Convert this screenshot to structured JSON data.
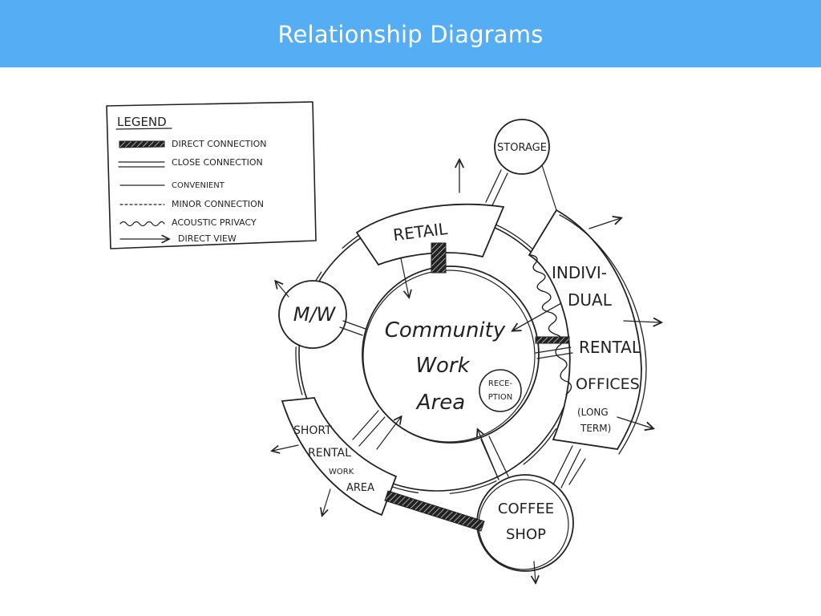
{
  "header": {
    "title": "Relationship Diagrams",
    "bg_color": "#55aef3"
  },
  "legend": {
    "title": "LEGEND",
    "items": [
      {
        "label": "DIRECT CONNECTION",
        "style": "thick-hatched"
      },
      {
        "label": "CLOSE CONNECTION",
        "style": "double-line"
      },
      {
        "label": "CONVENIENT",
        "style": "single-line"
      },
      {
        "label": "MINOR CONNECTION",
        "style": "dashed"
      },
      {
        "label": "ACOUSTIC PRIVACY",
        "style": "zigzag"
      },
      {
        "label": "DIRECT VIEW",
        "style": "arrow"
      }
    ]
  },
  "spaces": {
    "storage": "STORAGE",
    "retail": "RETAIL",
    "mw": "M/W",
    "community_line1": "Community",
    "community_line2": "Work",
    "community_line3": "Area",
    "reception_line1": "RECE-",
    "reception_line2": "PTION",
    "individual_line1": "INDIVI-",
    "individual_line2": "DUAL",
    "individual_line3": "RENTAL",
    "individual_line4": "OFFICES",
    "individual_line5": "(LONG",
    "individual_line6": "TERM)",
    "short_line1": "SHORT",
    "short_line2": "RENTAL",
    "short_line3": "WORK",
    "short_line4": "AREA",
    "coffee_line1": "COFFEE",
    "coffee_line2": "SHOP"
  },
  "ink_color": "#222222"
}
